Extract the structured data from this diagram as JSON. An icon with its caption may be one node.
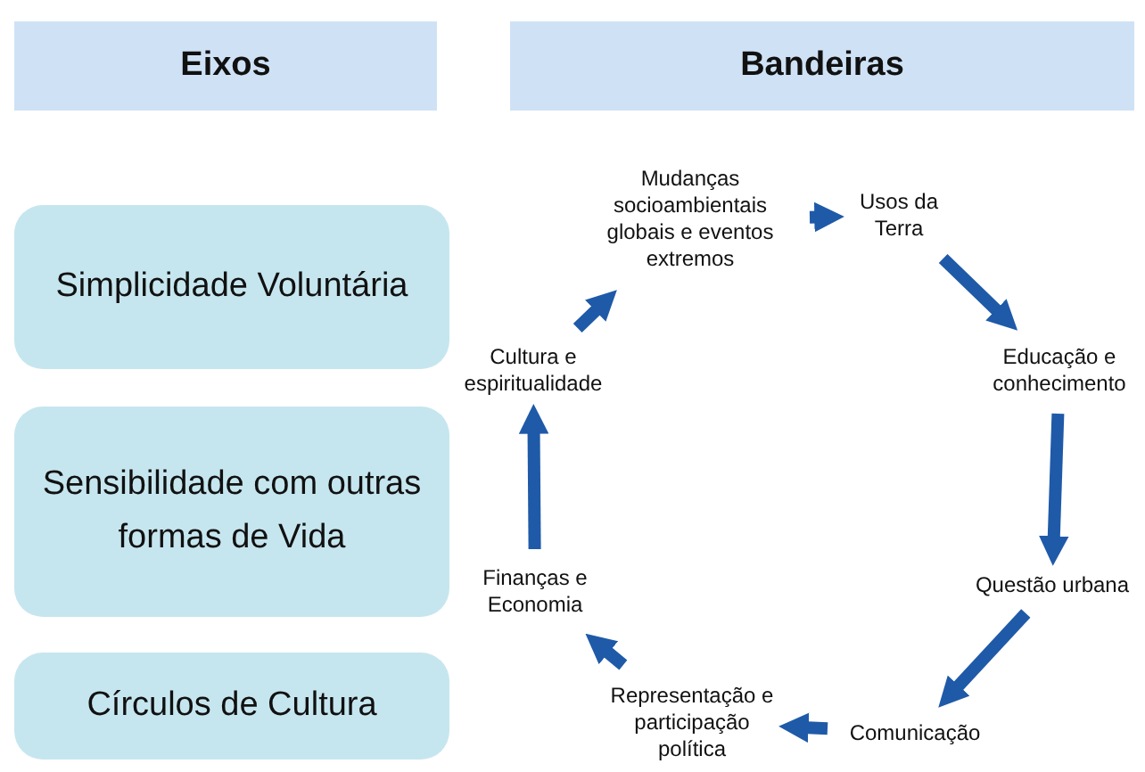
{
  "diagram": {
    "nodes": [
      {
        "text": [
          "Eixos"
        ]
      },
      {
        "text": [
          "Bandeiras"
        ]
      },
      {
        "text": [
          "Simplicidade Voluntária"
        ]
      },
      {
        "text": [
          "Sensibilidade com outras formas de Vida"
        ]
      },
      {
        "text": [
          "Círculos de Cultura"
        ]
      },
      {
        "text": [
          "Mudanças socioambientais globais e eventos extremos"
        ]
      },
      {
        "text": [
          "Usos da Terra"
        ]
      },
      {
        "text": [
          "Educação e conhecimento"
        ]
      },
      {
        "text": [
          "Questão urbana"
        ]
      },
      {
        "text": [
          "Comunicação"
        ]
      },
      {
        "text": [
          "Representação e participação política"
        ]
      },
      {
        "text": [
          "Finanças e Economia"
        ]
      },
      {
        "text": [
          "Cultura e espiritualidade"
        ]
      }
    ],
    "edges": [
      {
        "from": 5,
        "to": 6,
        "arrow": "to"
      },
      {
        "from": 6,
        "to": 7,
        "arrow": "to"
      },
      {
        "from": 7,
        "to": 8,
        "arrow": "to"
      },
      {
        "from": 8,
        "to": 9,
        "arrow": "to"
      },
      {
        "from": 9,
        "to": 10,
        "arrow": "to"
      },
      {
        "from": 10,
        "to": 11,
        "arrow": "to"
      },
      {
        "from": 11,
        "to": 12,
        "arrow": "to"
      },
      {
        "from": 12,
        "to": 5,
        "arrow": "to"
      }
    ]
  }
}
